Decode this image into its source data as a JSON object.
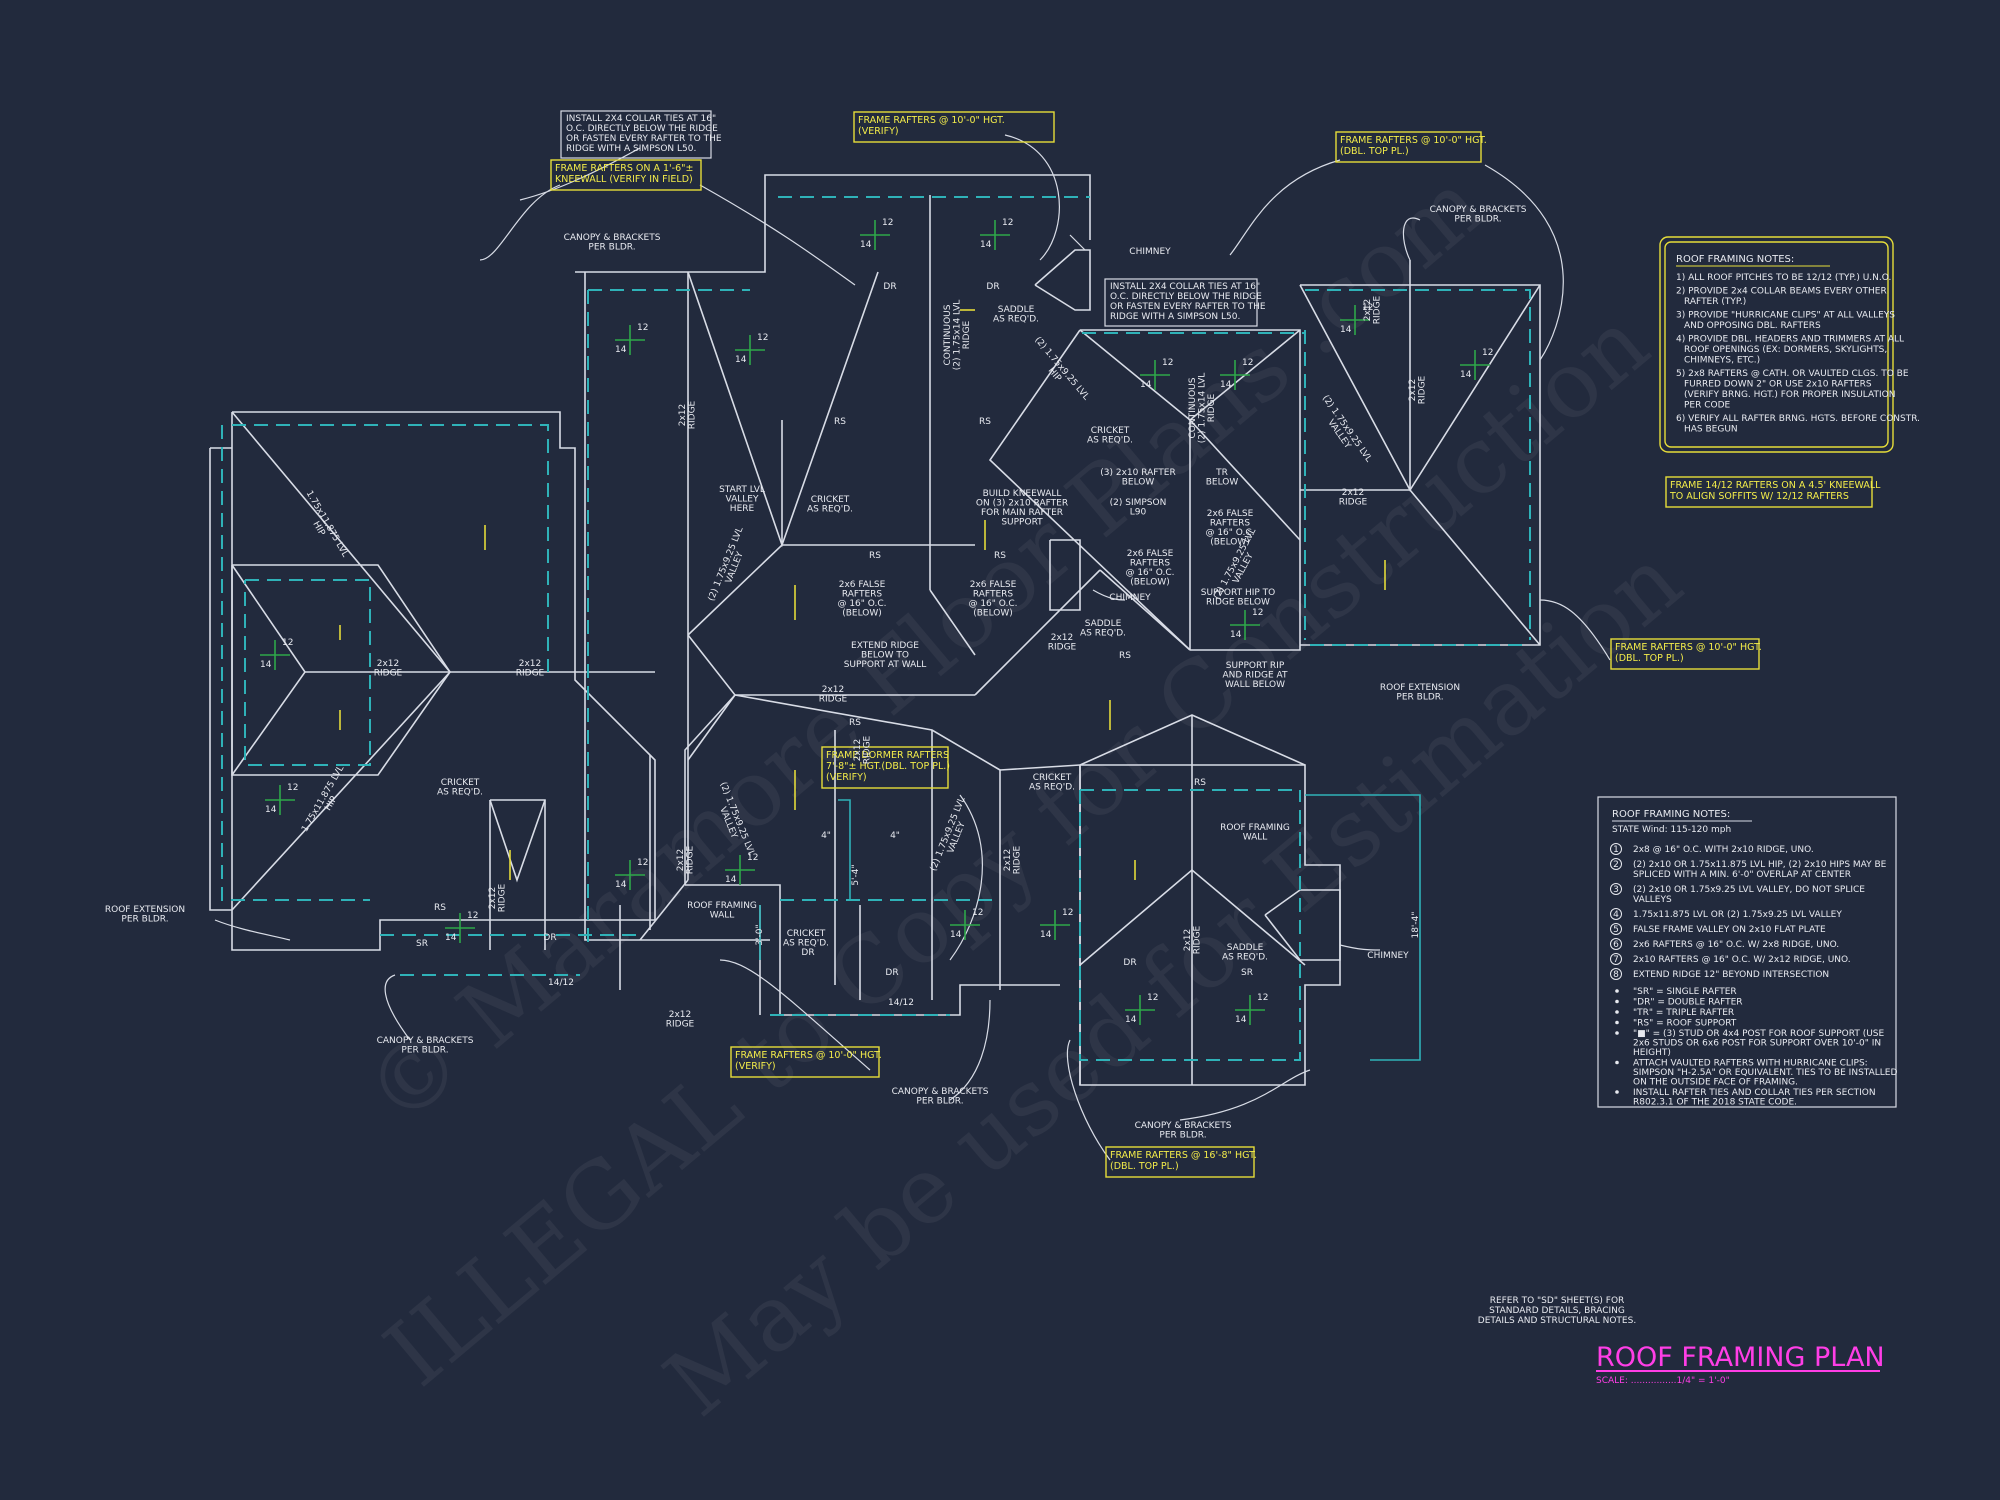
{
  "watermark": {
    "line1": "© Maramore Floor Plans .com",
    "line2": "ILLEGAL to Copy for Construction",
    "line3": "May be used for Estimation"
  },
  "callouts": [
    {
      "id": "c1",
      "lines": [
        "FRAME RAFTERS @ 10'-0\" HGT.",
        "(VERIFY)"
      ]
    },
    {
      "id": "c2",
      "lines": [
        "FRAME RAFTERS ON A 1'-6\"±",
        "KNEEWALL (VERIFY IN FIELD)"
      ]
    },
    {
      "id": "c3",
      "lines": [
        "FRAME RAFTERS @ 10'-0\" HGT.",
        "(DBL. TOP PL.)"
      ]
    },
    {
      "id": "c4",
      "lines": [
        "FRAME 14/12 RAFTERS ON A 4.5' KNEEWALL",
        "TO ALIGN SOFFITS W/ 12/12 RAFTERS"
      ]
    },
    {
      "id": "c5",
      "lines": [
        "FRAME RAFTERS @ 10'-0\" HGT.",
        "(DBL. TOP PL.)"
      ]
    },
    {
      "id": "c6",
      "lines": [
        "FRAME DORMER RAFTERS",
        "7'-8\"± HGT.(DBL. TOP PL.)",
        "(VERIFY)"
      ]
    },
    {
      "id": "c7",
      "lines": [
        "FRAME RAFTERS @ 10'-0\" HGT.",
        "(VERIFY)"
      ]
    },
    {
      "id": "c8",
      "lines": [
        "FRAME RAFTERS @ 16'-8\" HGT.",
        "(DBL. TOP PL.)"
      ]
    }
  ],
  "collar_notes": [
    {
      "id": "n1",
      "lines": [
        "INSTALL 2X4 COLLAR TIES AT 16\"",
        "O.C. DIRECTLY BELOW THE RIDGE",
        "OR FASTEN EVERY RAFTER TO THE",
        "RIDGE WITH A SIMPSON L50."
      ]
    },
    {
      "id": "n2",
      "lines": [
        "INSTALL 2X4 COLLAR TIES AT 16\"",
        "O.C. DIRECTLY BELOW THE RIDGE",
        "OR FASTEN EVERY RAFTER TO THE",
        "RIDGE WITH A SIMPSON L50."
      ]
    }
  ],
  "labels": [
    {
      "id": "l1",
      "lines": [
        "CANOPY & BRACKETS",
        "PER BLDR."
      ]
    },
    {
      "id": "l2",
      "lines": [
        "CANOPY & BRACKETS",
        "PER BLDR."
      ]
    },
    {
      "id": "l3",
      "lines": [
        "CANOPY & BRACKETS",
        "PER BLDR."
      ]
    },
    {
      "id": "l4",
      "lines": [
        "CANOPY & BRACKETS",
        "PER BLDR."
      ]
    },
    {
      "id": "l5",
      "lines": [
        "CANOPY & BRACKETS",
        "PER BLDR."
      ]
    },
    {
      "id": "l6",
      "lines": [
        "ROOF EXTENSION",
        "PER BLDR."
      ]
    },
    {
      "id": "l7",
      "lines": [
        "ROOF EXTENSION",
        "PER BLDR."
      ]
    },
    {
      "id": "l8",
      "lines": [
        "CHIMNEY"
      ]
    },
    {
      "id": "l9",
      "lines": [
        "CHIMNEY"
      ]
    },
    {
      "id": "l10",
      "lines": [
        "CHIMNEY"
      ]
    },
    {
      "id": "l11",
      "lines": [
        "SADDLE",
        "AS REQ'D."
      ]
    },
    {
      "id": "l12",
      "lines": [
        "SADDLE",
        "AS REQ'D."
      ]
    },
    {
      "id": "l13",
      "lines": [
        "SADDLE",
        "AS REQ'D."
      ]
    },
    {
      "id": "l14",
      "lines": [
        "START LVL",
        "VALLEY",
        "HERE"
      ]
    },
    {
      "id": "l15",
      "lines": [
        "CRICKET",
        "AS REQ'D."
      ]
    },
    {
      "id": "l16",
      "lines": [
        "CRICKET",
        "AS REQ'D."
      ]
    },
    {
      "id": "l17",
      "lines": [
        "CRICKET",
        "AS REQ'D."
      ]
    },
    {
      "id": "l18",
      "lines": [
        "CRICKET",
        "AS REQ'D."
      ]
    },
    {
      "id": "l19",
      "lines": [
        "CRICKET",
        "AS REQ'D."
      ]
    },
    {
      "id": "l20",
      "lines": [
        "BUILD KNEEWALL",
        "ON (3) 2x10 RAFTER",
        "FOR MAIN RAFTER",
        "SUPPORT"
      ]
    },
    {
      "id": "l21",
      "lines": [
        "(3) 2x10 RAFTER",
        "BELOW"
      ]
    },
    {
      "id": "l22",
      "lines": [
        "(2) SIMPSON",
        "L90"
      ]
    },
    {
      "id": "l23",
      "lines": [
        "2x6 FALSE",
        "RAFTERS",
        "@ 16\" O.C.",
        "(BELOW)"
      ]
    },
    {
      "id": "l24",
      "lines": [
        "2x6 FALSE",
        "RAFTERS",
        "@ 16\" O.C.",
        "(BELOW)"
      ]
    },
    {
      "id": "l25",
      "lines": [
        "2x6 FALSE",
        "RAFTERS",
        "@ 16\" O.C.",
        "(BELOW)"
      ]
    },
    {
      "id": "l26",
      "lines": [
        "2x6 FALSE",
        "RAFTERS",
        "@ 16\" O.C.",
        "(BELOW)"
      ]
    },
    {
      "id": "l27",
      "lines": [
        "EXTEND RIDGE",
        "BELOW TO",
        "SUPPORT AT WALL"
      ]
    },
    {
      "id": "l28",
      "lines": [
        "SUPPORT HIP TO",
        "RIDGE BELOW"
      ]
    },
    {
      "id": "l29",
      "lines": [
        "SUPPORT RIP",
        "AND RIDGE AT",
        "WALL BELOW"
      ]
    },
    {
      "id": "l30",
      "lines": [
        "ROOF FRAMING",
        "WALL"
      ]
    },
    {
      "id": "l31",
      "lines": [
        "ROOF FRAMING",
        "WALL"
      ]
    },
    {
      "id": "l32",
      "lines": [
        "TR",
        "BELOW"
      ]
    }
  ],
  "member_labels": [
    {
      "id": "m1",
      "lines": [
        "2x12",
        "RIDGE"
      ]
    },
    {
      "id": "m2",
      "lines": [
        "2x12",
        "RIDGE"
      ]
    },
    {
      "id": "m3",
      "lines": [
        "2x12",
        "RIDGE"
      ]
    },
    {
      "id": "m4",
      "lines": [
        "2x12",
        "RIDGE"
      ]
    },
    {
      "id": "m5",
      "lines": [
        "2x12",
        "RIDGE"
      ]
    },
    {
      "id": "m6",
      "lines": [
        "2x12",
        "RIDGE"
      ]
    },
    {
      "id": "m7",
      "lines": [
        "2x12",
        "RIDGE"
      ]
    },
    {
      "id": "m8",
      "lines": [
        "2x12",
        "RIDGE"
      ]
    },
    {
      "id": "m9",
      "lines": [
        "2x12",
        "RIDGE"
      ]
    },
    {
      "id": "m10",
      "lines": [
        "2x12",
        "RIDGE"
      ]
    },
    {
      "id": "m11",
      "lines": [
        "2x12",
        "RIDGE"
      ]
    },
    {
      "id": "m12",
      "lines": [
        "2x12",
        "RIDGE"
      ]
    },
    {
      "id": "m13",
      "lines": [
        "2x12",
        "RIDGE"
      ]
    },
    {
      "id": "m14",
      "lines": [
        "2x12",
        "RIDGE"
      ]
    },
    {
      "id": "m15",
      "lines": [
        "CONTINUOUS",
        "(2) 1.75x14 LVL",
        "RIDGE"
      ]
    },
    {
      "id": "m16",
      "lines": [
        "CONTINUOUS",
        "(2) 1.75x14 LVL",
        "RIDGE"
      ]
    },
    {
      "id": "m17",
      "lines": [
        "(2) 1.75x9.25 LVL",
        "VALLEY"
      ]
    },
    {
      "id": "m18",
      "lines": [
        "(2) 1.75x9.25 LVL",
        "VALLEY"
      ]
    },
    {
      "id": "m19",
      "lines": [
        "(2) 1.75x9.25 LVL",
        "VALLEY"
      ]
    },
    {
      "id": "m20",
      "lines": [
        "(2) 1.75x9.25 LVL",
        "VALLEY"
      ]
    },
    {
      "id": "m21",
      "lines": [
        "(2) 1.75x9.25 LVL",
        "VALLEY"
      ]
    },
    {
      "id": "m22",
      "lines": [
        "1.75x11.875 LVL",
        "HIP"
      ]
    },
    {
      "id": "m23",
      "lines": [
        "1.75x11.875 LVL",
        "HIP"
      ]
    },
    {
      "id": "m24",
      "lines": [
        "(2) 1.75x9.25 LVL",
        "HIP"
      ]
    }
  ],
  "short_marks": {
    "rs": "RS",
    "dr": "DR",
    "sr": "SR",
    "pitch_14_12": "14/12",
    "pitch_run": "12",
    "pitch_rise": "14",
    "dim_18": "18'-4\"",
    "dim_3": "3'-0\"",
    "dim_4": "4\"",
    "dim_5": "5'-4\""
  },
  "notes_box_1": {
    "title": "ROOF FRAMING NOTES:",
    "items": [
      [
        "1) ALL ROOF PITCHES TO BE 12/12 (TYP.) U.N.O."
      ],
      [
        "2) PROVIDE 2x4 COLLAR BEAMS EVERY OTHER",
        "RAFTER (TYP.)"
      ],
      [
        "3) PROVIDE \"HURRICANE CLIPS\" AT ALL VALLEYS",
        "AND OPPOSING DBL. RAFTERS"
      ],
      [
        "4) PROVIDE DBL. HEADERS AND TRIMMERS AT ALL",
        "ROOF OPENINGS (EX: DORMERS, SKYLIGHTS,",
        "CHIMNEYS, ETC.)"
      ],
      [
        "5) 2x8 RAFTERS @ CATH. OR VAULTED CLGS. TO BE",
        "FURRED DOWN 2\" OR USE 2x10 RAFTERS",
        "(VERIFY BRNG. HGT.) FOR PROPER INSULATION",
        "PER CODE"
      ],
      [
        "6) VERIFY ALL RAFTER BRNG. HGTS. BEFORE CONSTR.",
        "HAS BEGUN"
      ]
    ]
  },
  "notes_box_2": {
    "title": "ROOF FRAMING NOTES:",
    "subtitle": "STATE Wind: 115-120 mph",
    "legend": [
      {
        "n": "1",
        "lines": [
          "2x8 @ 16\" O.C. WITH 2x10 RIDGE, UNO."
        ]
      },
      {
        "n": "2",
        "lines": [
          "(2) 2x10 OR 1.75x11.875 LVL HIP, (2) 2x10 HIPS MAY BE",
          "SPLICED WITH A MIN. 6'-0\" OVERLAP AT CENTER"
        ]
      },
      {
        "n": "3",
        "lines": [
          "(2) 2x10 OR 1.75x9.25 LVL VALLEY, DO NOT SPLICE",
          "VALLEYS"
        ]
      },
      {
        "n": "4",
        "lines": [
          "1.75x11.875 LVL OR (2) 1.75x9.25 LVL VALLEY"
        ]
      },
      {
        "n": "5",
        "lines": [
          "FALSE FRAME VALLEY ON 2x10 FLAT PLATE"
        ]
      },
      {
        "n": "6",
        "lines": [
          "2x6 RAFTERS @ 16\" O.C. W/ 2x8 RIDGE, UNO."
        ]
      },
      {
        "n": "7",
        "lines": [
          "2x10 RAFTERS @ 16\" O.C. W/ 2x12 RIDGE, UNO."
        ]
      },
      {
        "n": "8",
        "lines": [
          "EXTEND RIDGE 12\" BEYOND INTERSECTION"
        ]
      }
    ],
    "bullets": [
      [
        "\"SR\" = SINGLE RAFTER"
      ],
      [
        "\"DR\" = DOUBLE RAFTER"
      ],
      [
        "\"TR\" = TRIPLE RAFTER"
      ],
      [
        "\"RS\" = ROOF SUPPORT"
      ],
      [
        "\"■\" = (3) STUD OR 4x4 POST FOR ROOF SUPPORT (USE",
        "2x6 STUDS OR 6x6 POST FOR SUPPORT OVER 10'-0\" IN",
        "HEIGHT)"
      ],
      [
        "ATTACH VAULTED RAFTERS WITH HURRICANE CLIPS:",
        "SIMPSON \"H-2.5A\" OR EQUIVALENT. TIES TO BE INSTALLED",
        "ON THE OUTSIDE FACE OF FRAMING."
      ],
      [
        "INSTALL RAFTER TIES AND COLLAR TIES PER SECTION",
        "R802.3.1 OF THE 2018 STATE CODE."
      ]
    ]
  },
  "refer_note": [
    "REFER TO \"SD\" SHEET(S) FOR",
    "STANDARD DETAILS, BRACING",
    "DETAILS AND STRUCTURAL NOTES."
  ],
  "plan_title": "ROOF FRAMING PLAN",
  "scale_text": "SCALE: ................1/4\" = 1'-0\"",
  "colors": {
    "background": "#222a3d",
    "linework": "#d8dce6",
    "cyan": "#2fb2b8",
    "yellow": "#e6dd3a",
    "green": "#2ea84a",
    "magenta": "#ff3ee6"
  }
}
